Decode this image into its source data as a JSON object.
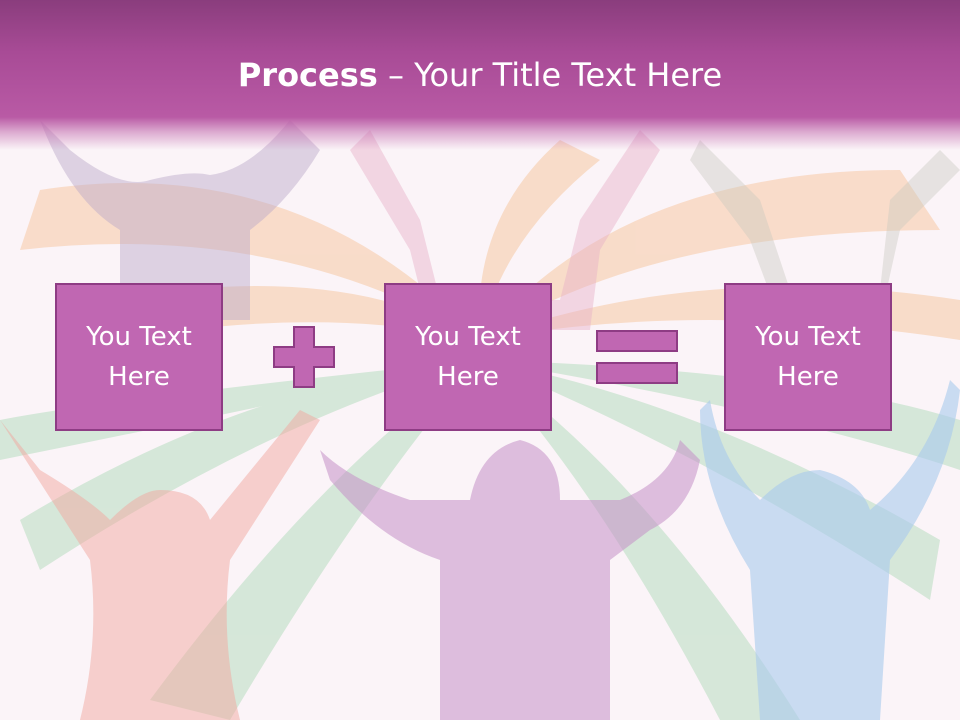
{
  "slide": {
    "title_bold": "Process",
    "title_dash": " – ",
    "title_rest": "Your Title Text Here"
  },
  "process": {
    "boxes": [
      {
        "text": "You Text\nHere"
      },
      {
        "text": "You Text\nHere"
      },
      {
        "text": "You Text\nHere"
      }
    ],
    "operators": [
      "plus-icon",
      "equals-icon"
    ]
  },
  "colors": {
    "header": "#a84b96",
    "box_fill": "#c067b2",
    "box_border": "#8e3c84",
    "text": "#ffffff"
  }
}
